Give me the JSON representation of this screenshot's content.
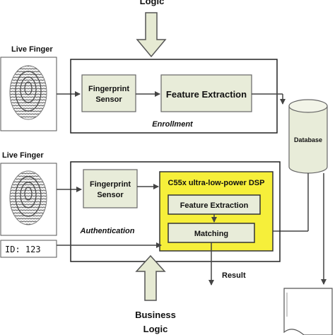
{
  "top_label": "Logic",
  "bottom_label_line1": "Business",
  "bottom_label_line2": "Logic",
  "enrollment": {
    "live_finger_label": "Live Finger",
    "sensor_line1": "Fingerprint",
    "sensor_line2": "Sensor",
    "feature_extraction": "Feature Extraction",
    "caption": "Enrollment"
  },
  "database_label": "Database",
  "authentication": {
    "live_finger_label": "Live Finger",
    "sensor_line1": "Fingerprint",
    "sensor_line2": "Sensor",
    "dsp_title": "C55x ultra-low-power DSP",
    "feature_extraction": "Feature Extraction",
    "matching": "Matching",
    "caption": "Authentication",
    "id_text": "ID: 123"
  },
  "result_label": "Result",
  "colors": {
    "block_fill": "#e8ecd9",
    "dsp_fill": "#f6ef3a",
    "arrow_fill": "#e6ead3",
    "line": "#444444"
  }
}
